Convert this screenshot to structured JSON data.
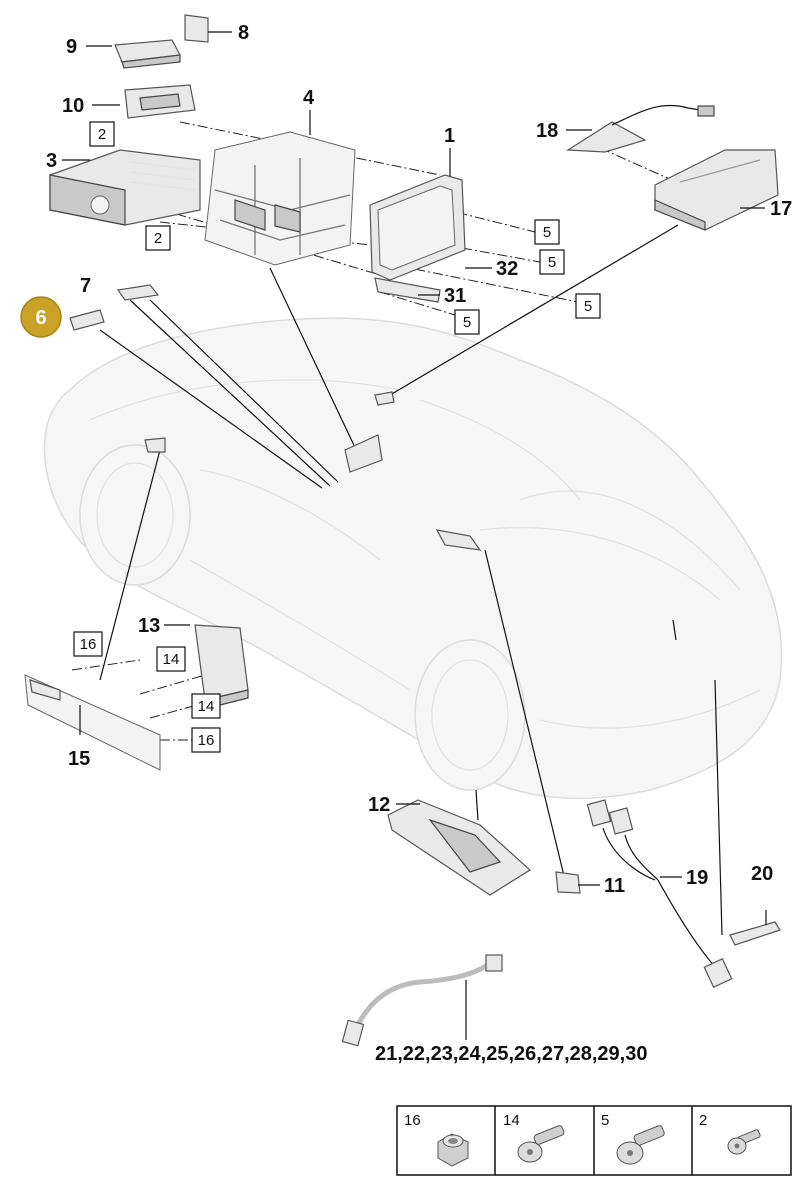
{
  "callouts": {
    "c1": "1",
    "c3": "3",
    "c4": "4",
    "c6": "6",
    "c7": "7",
    "c8": "8",
    "c9": "9",
    "c10": "10",
    "c11": "11",
    "c12": "12",
    "c13": "13",
    "c15": "15",
    "c17": "17",
    "c18": "18",
    "c19": "19",
    "c20": "20",
    "c31": "31",
    "c32": "32",
    "c21to30": "21,22,23,24,25,26,27,28,29,30"
  },
  "boxed": {
    "b2a": "2",
    "b2b": "2",
    "b5a": "5",
    "b5b": "5",
    "b5c": "5",
    "b5d": "5",
    "b14a": "14",
    "b14b": "14",
    "b16a": "16",
    "b16b": "16"
  },
  "legend": {
    "items": [
      {
        "number": "16",
        "icon": "hex-nut-icon"
      },
      {
        "number": "14",
        "icon": "bolt-icon"
      },
      {
        "number": "5",
        "icon": "screw-icon"
      },
      {
        "number": "2",
        "icon": "small-screw-icon"
      }
    ]
  },
  "highlight_color": "#c9a227"
}
